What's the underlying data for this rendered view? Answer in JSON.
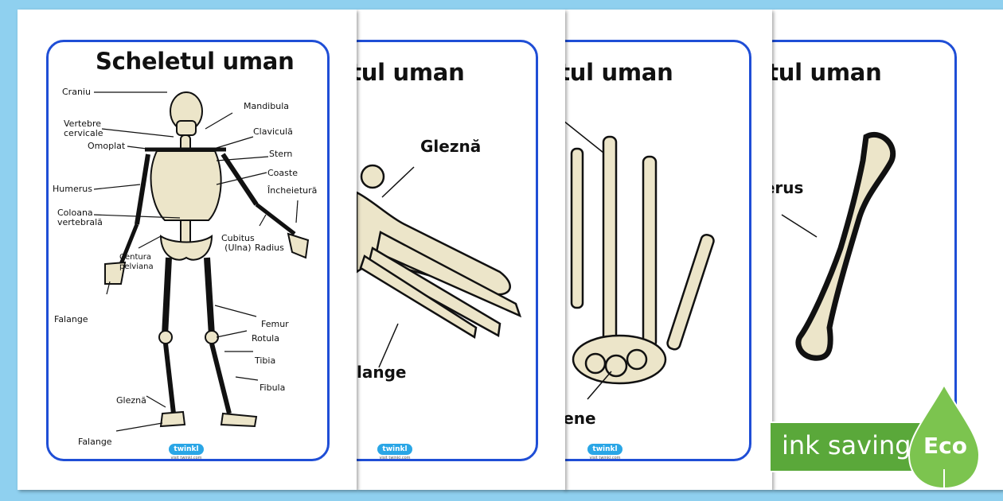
{
  "sheets": [
    {
      "title": "Scheletul uman",
      "labels": {
        "craniu": "Craniu",
        "mandibula": "Mandibula",
        "vertebre": "Vertebre\ncervicale",
        "clavicula": "Claviculă",
        "omoplat": "Omoplat",
        "stern": "Stern",
        "coaste": "Coaste",
        "humerus": "Humerus",
        "incheietura": "Încheietură",
        "coloana": "Coloana\nvertebrală",
        "cubitus": "Cubitus\n(Ulna)",
        "radius": "Radius",
        "centura": "Centura\npelviana",
        "falange_hand": "Falange",
        "femur": "Femur",
        "rotula": "Rotula",
        "tibia": "Tibia",
        "fibula": "Fibula",
        "glezna": "Gleznă",
        "falange_foot": "Falange"
      }
    },
    {
      "title": "Scheletul uman",
      "label_top": "Gleznă",
      "label_bottom": "Falange"
    },
    {
      "title": "Scheletul uman",
      "label_bottom": "Carpiene"
    },
    {
      "title": "Scheletul uman",
      "label_mid": "Humerus"
    }
  ],
  "logo": {
    "name": "twinkl",
    "url": "visit twinkl.com"
  },
  "badge": {
    "text": "ink saving",
    "tag": "Eco"
  },
  "colors": {
    "background": "#8fd0ef",
    "frame": "#1f4ed6",
    "bone": "#ece5c9",
    "badge": "#5aa83a"
  }
}
